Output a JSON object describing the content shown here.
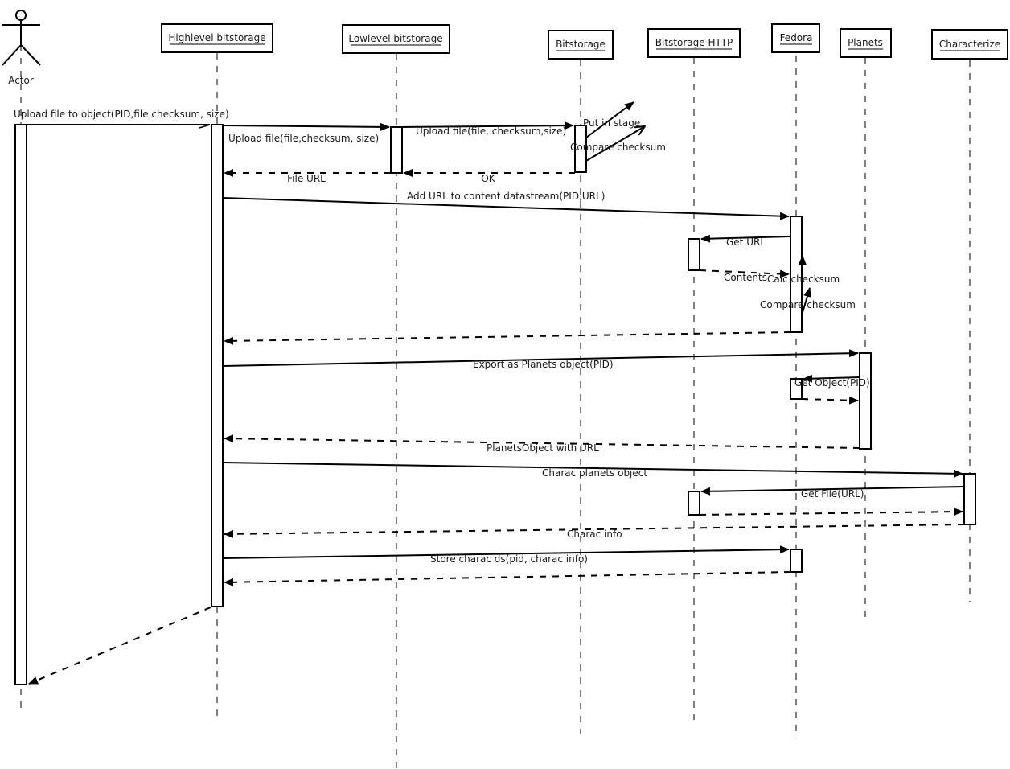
{
  "diagram": {
    "type": "sequence",
    "actor": {
      "label": "Actor"
    },
    "participants": [
      {
        "id": "highlevel",
        "label": "Highlevel bitstorage"
      },
      {
        "id": "lowlevel",
        "label": "Lowlevel bitstorage"
      },
      {
        "id": "bitstorage",
        "label": "Bitstorage"
      },
      {
        "id": "bitstorage_http",
        "label": "Bitstorage HTTP"
      },
      {
        "id": "fedora",
        "label": "Fedora"
      },
      {
        "id": "planets",
        "label": "Planets"
      },
      {
        "id": "characterize",
        "label": "Characterize"
      }
    ],
    "messages": [
      {
        "from": "actor",
        "to": "highlevel",
        "kind": "call",
        "label": "Upload file to object(PID,file,checksum, size)"
      },
      {
        "from": "highlevel",
        "to": "lowlevel",
        "kind": "call",
        "label": "Upload file(file,checksum, size)"
      },
      {
        "from": "lowlevel",
        "to": "bitstorage",
        "kind": "call",
        "label": "Upload file(file, checksum,size)"
      },
      {
        "from": "bitstorage",
        "to": "bitstorage",
        "kind": "self",
        "label": "Put in stage"
      },
      {
        "from": "bitstorage",
        "to": "bitstorage",
        "kind": "self",
        "label": "Compare checksum"
      },
      {
        "from": "bitstorage",
        "to": "lowlevel",
        "kind": "return",
        "label": "OK"
      },
      {
        "from": "lowlevel",
        "to": "highlevel",
        "kind": "return",
        "label": "File URL"
      },
      {
        "from": "highlevel",
        "to": "fedora",
        "kind": "call",
        "label": "Add URL to content datastream(PID,URL)"
      },
      {
        "from": "fedora",
        "to": "bitstorage_http",
        "kind": "call",
        "label": "Get URL"
      },
      {
        "from": "bitstorage_http",
        "to": "fedora",
        "kind": "return",
        "label": "Contents"
      },
      {
        "from": "fedora",
        "to": "fedora",
        "kind": "self",
        "label": "Calc checksum"
      },
      {
        "from": "fedora",
        "to": "fedora",
        "kind": "self",
        "label": "Compare checksum"
      },
      {
        "from": "fedora",
        "to": "highlevel",
        "kind": "return",
        "label": ""
      },
      {
        "from": "highlevel",
        "to": "planets",
        "kind": "call",
        "label": "Export as Planets object(PID)"
      },
      {
        "from": "planets",
        "to": "fedora",
        "kind": "call",
        "label": "Get Object(PID)"
      },
      {
        "from": "fedora",
        "to": "planets",
        "kind": "return",
        "label": ""
      },
      {
        "from": "planets",
        "to": "highlevel",
        "kind": "return",
        "label": "PlanetsObject with URL"
      },
      {
        "from": "highlevel",
        "to": "characterize",
        "kind": "call",
        "label": "Charac planets object"
      },
      {
        "from": "characterize",
        "to": "bitstorage_http",
        "kind": "call",
        "label": "Get File(URL)"
      },
      {
        "from": "bitstorage_http",
        "to": "characterize",
        "kind": "return",
        "label": ""
      },
      {
        "from": "characterize",
        "to": "highlevel",
        "kind": "return",
        "label": "Charac info"
      },
      {
        "from": "highlevel",
        "to": "fedora",
        "kind": "call",
        "label": "Store charac ds(pid, charac info)"
      },
      {
        "from": "fedora",
        "to": "highlevel",
        "kind": "return",
        "label": ""
      },
      {
        "from": "highlevel",
        "to": "actor",
        "kind": "return",
        "label": ""
      }
    ]
  }
}
